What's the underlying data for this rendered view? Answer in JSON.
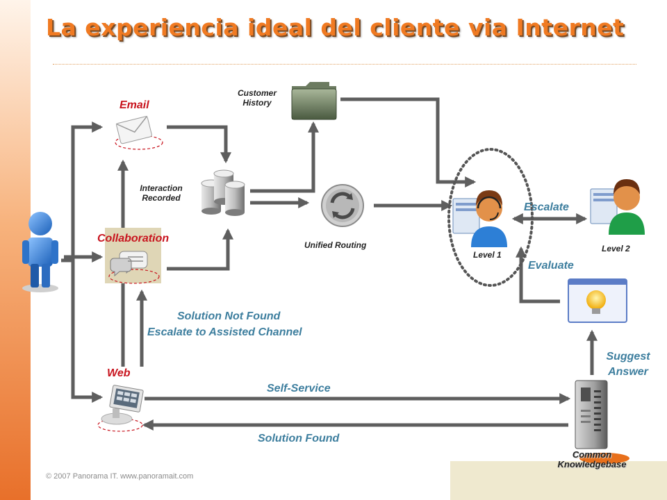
{
  "title": "La experiencia ideal del cliente via Internet",
  "footer": "© 2007 Panorama IT. www.panoramait.com",
  "nodes": {
    "email": "Email",
    "collaboration": "Collaboration",
    "web": "Web",
    "interaction_recorded": "Interaction Recorded",
    "customer_history": "Customer History",
    "unified_routing": "Unified Routing",
    "level1": "Level 1",
    "level2": "Level 2",
    "common_kb": "Common Knowledgebase"
  },
  "flows": {
    "escalate": "Escalate",
    "evaluate": "Evaluate",
    "suggest_answer": "Suggest Answer",
    "solution_not_found_1": "Solution Not Found",
    "solution_not_found_2": "Escalate to Assisted Channel",
    "self_service": "Self-Service",
    "solution_found": "Solution Found"
  },
  "colors": {
    "title": "#f07a22",
    "channel_label": "#c8141e",
    "flow_label": "#3d7e9e",
    "arrow": "#5e5e5e",
    "sidebar": "#e8702a"
  }
}
